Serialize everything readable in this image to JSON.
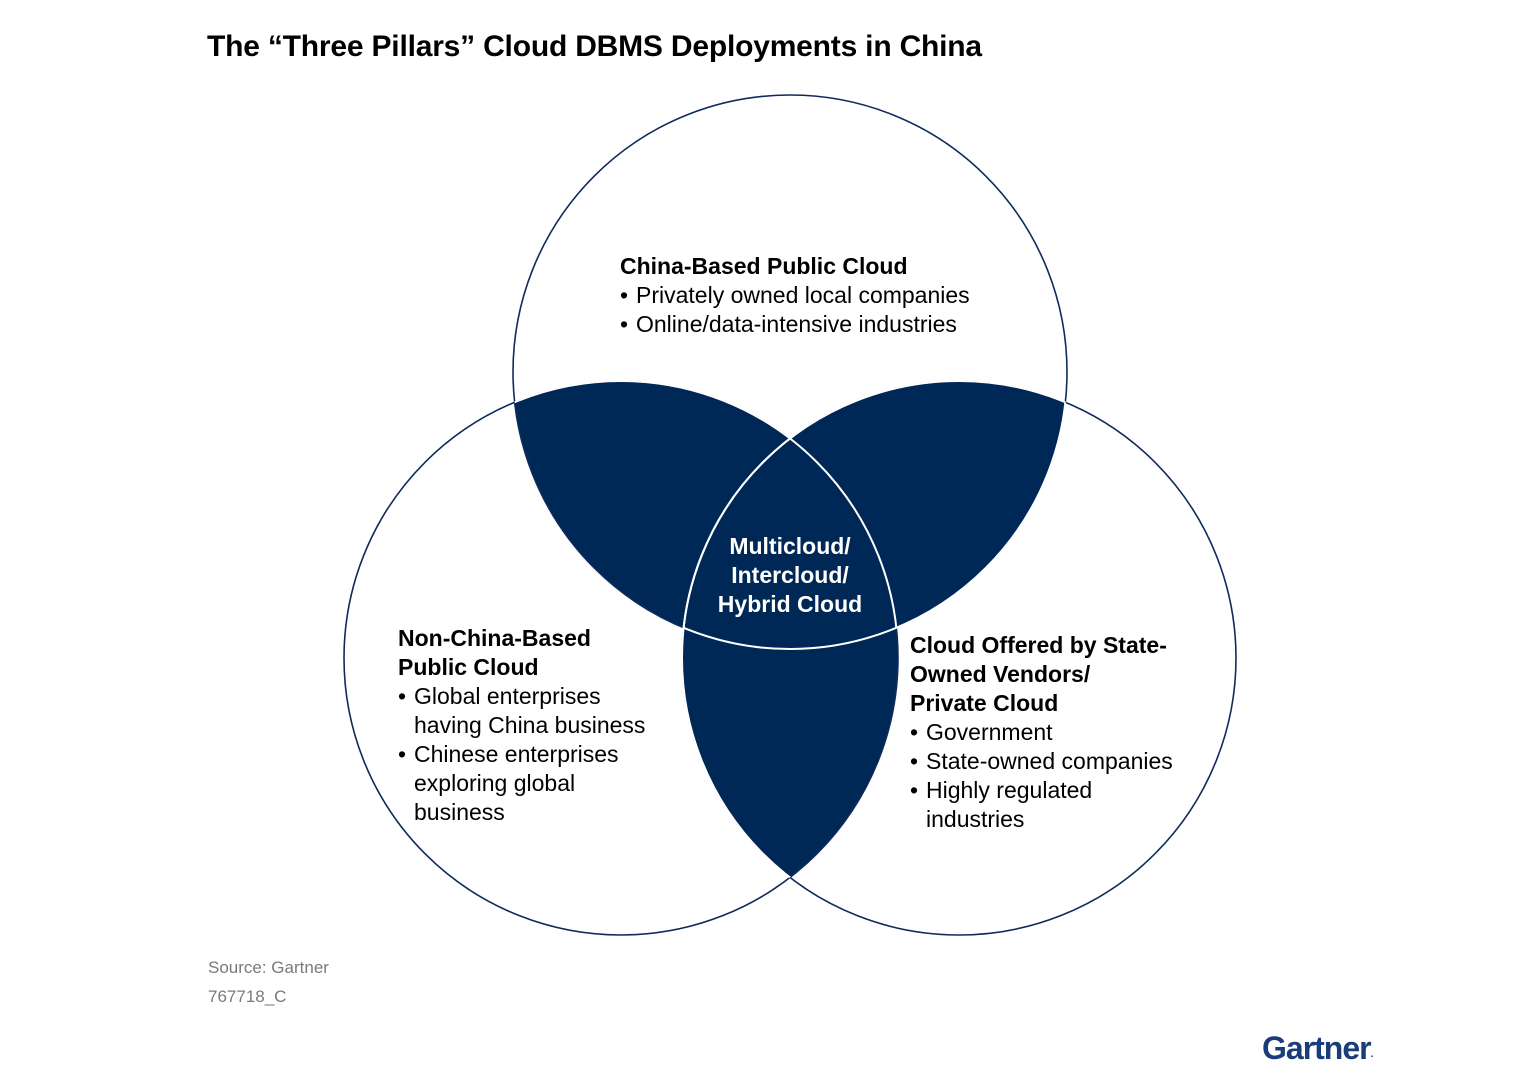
{
  "title": "The “Three Pillars” Cloud DBMS Deployments in China",
  "colors": {
    "dark_fill": "#002856",
    "outline": "#0f2b5b",
    "logo": "#1a3c78",
    "source_text": "#7a7a7a"
  },
  "regions": {
    "top": {
      "heading": "China-Based Public Cloud",
      "bullets": [
        "Privately owned local companies",
        "Online/data-intensive industries"
      ]
    },
    "left": {
      "heading_line1": "Non-China-Based",
      "heading_line2": "Public Cloud",
      "bullets": [
        {
          "line1": "Global enterprises",
          "line2": "having China business"
        },
        {
          "line1": "Chinese enterprises",
          "line2": "exploring global",
          "line3": "business"
        }
      ]
    },
    "right": {
      "heading_line1": "Cloud Offered by State-",
      "heading_line2": "Owned Vendors/",
      "heading_line3": "Private Cloud",
      "bullets": [
        {
          "line1": "Government"
        },
        {
          "line1": "State-owned companies"
        },
        {
          "line1": "Highly regulated",
          "line2": "industries"
        }
      ]
    },
    "center": {
      "line1": "Multicloud/",
      "line2": "Intercloud/",
      "line3": "Hybrid Cloud"
    }
  },
  "footer": {
    "source": "Source: Gartner",
    "id": "767718_C",
    "logo": "Gartner",
    "logo_mark": "."
  }
}
